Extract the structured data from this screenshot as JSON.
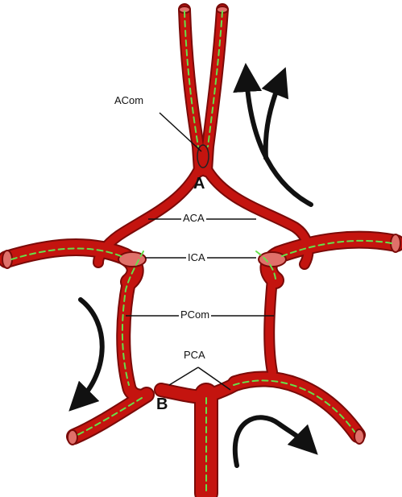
{
  "labels": {
    "acom": "ACom",
    "aca": "ACA",
    "ica": "ICA",
    "pcom": "PCom",
    "pca": "PCA",
    "point_a": "A",
    "point_b": "B"
  },
  "colors": {
    "vessel": "#c4140f",
    "vessel_dark": "#7a0a08",
    "vessel_lumen": "#e0706a",
    "flow_dashes": "#66e04a",
    "arrows": "#111111",
    "leader_lines": "#111111"
  },
  "icons": {
    "flow_arrow": "curved-flow-arrow-icon"
  }
}
